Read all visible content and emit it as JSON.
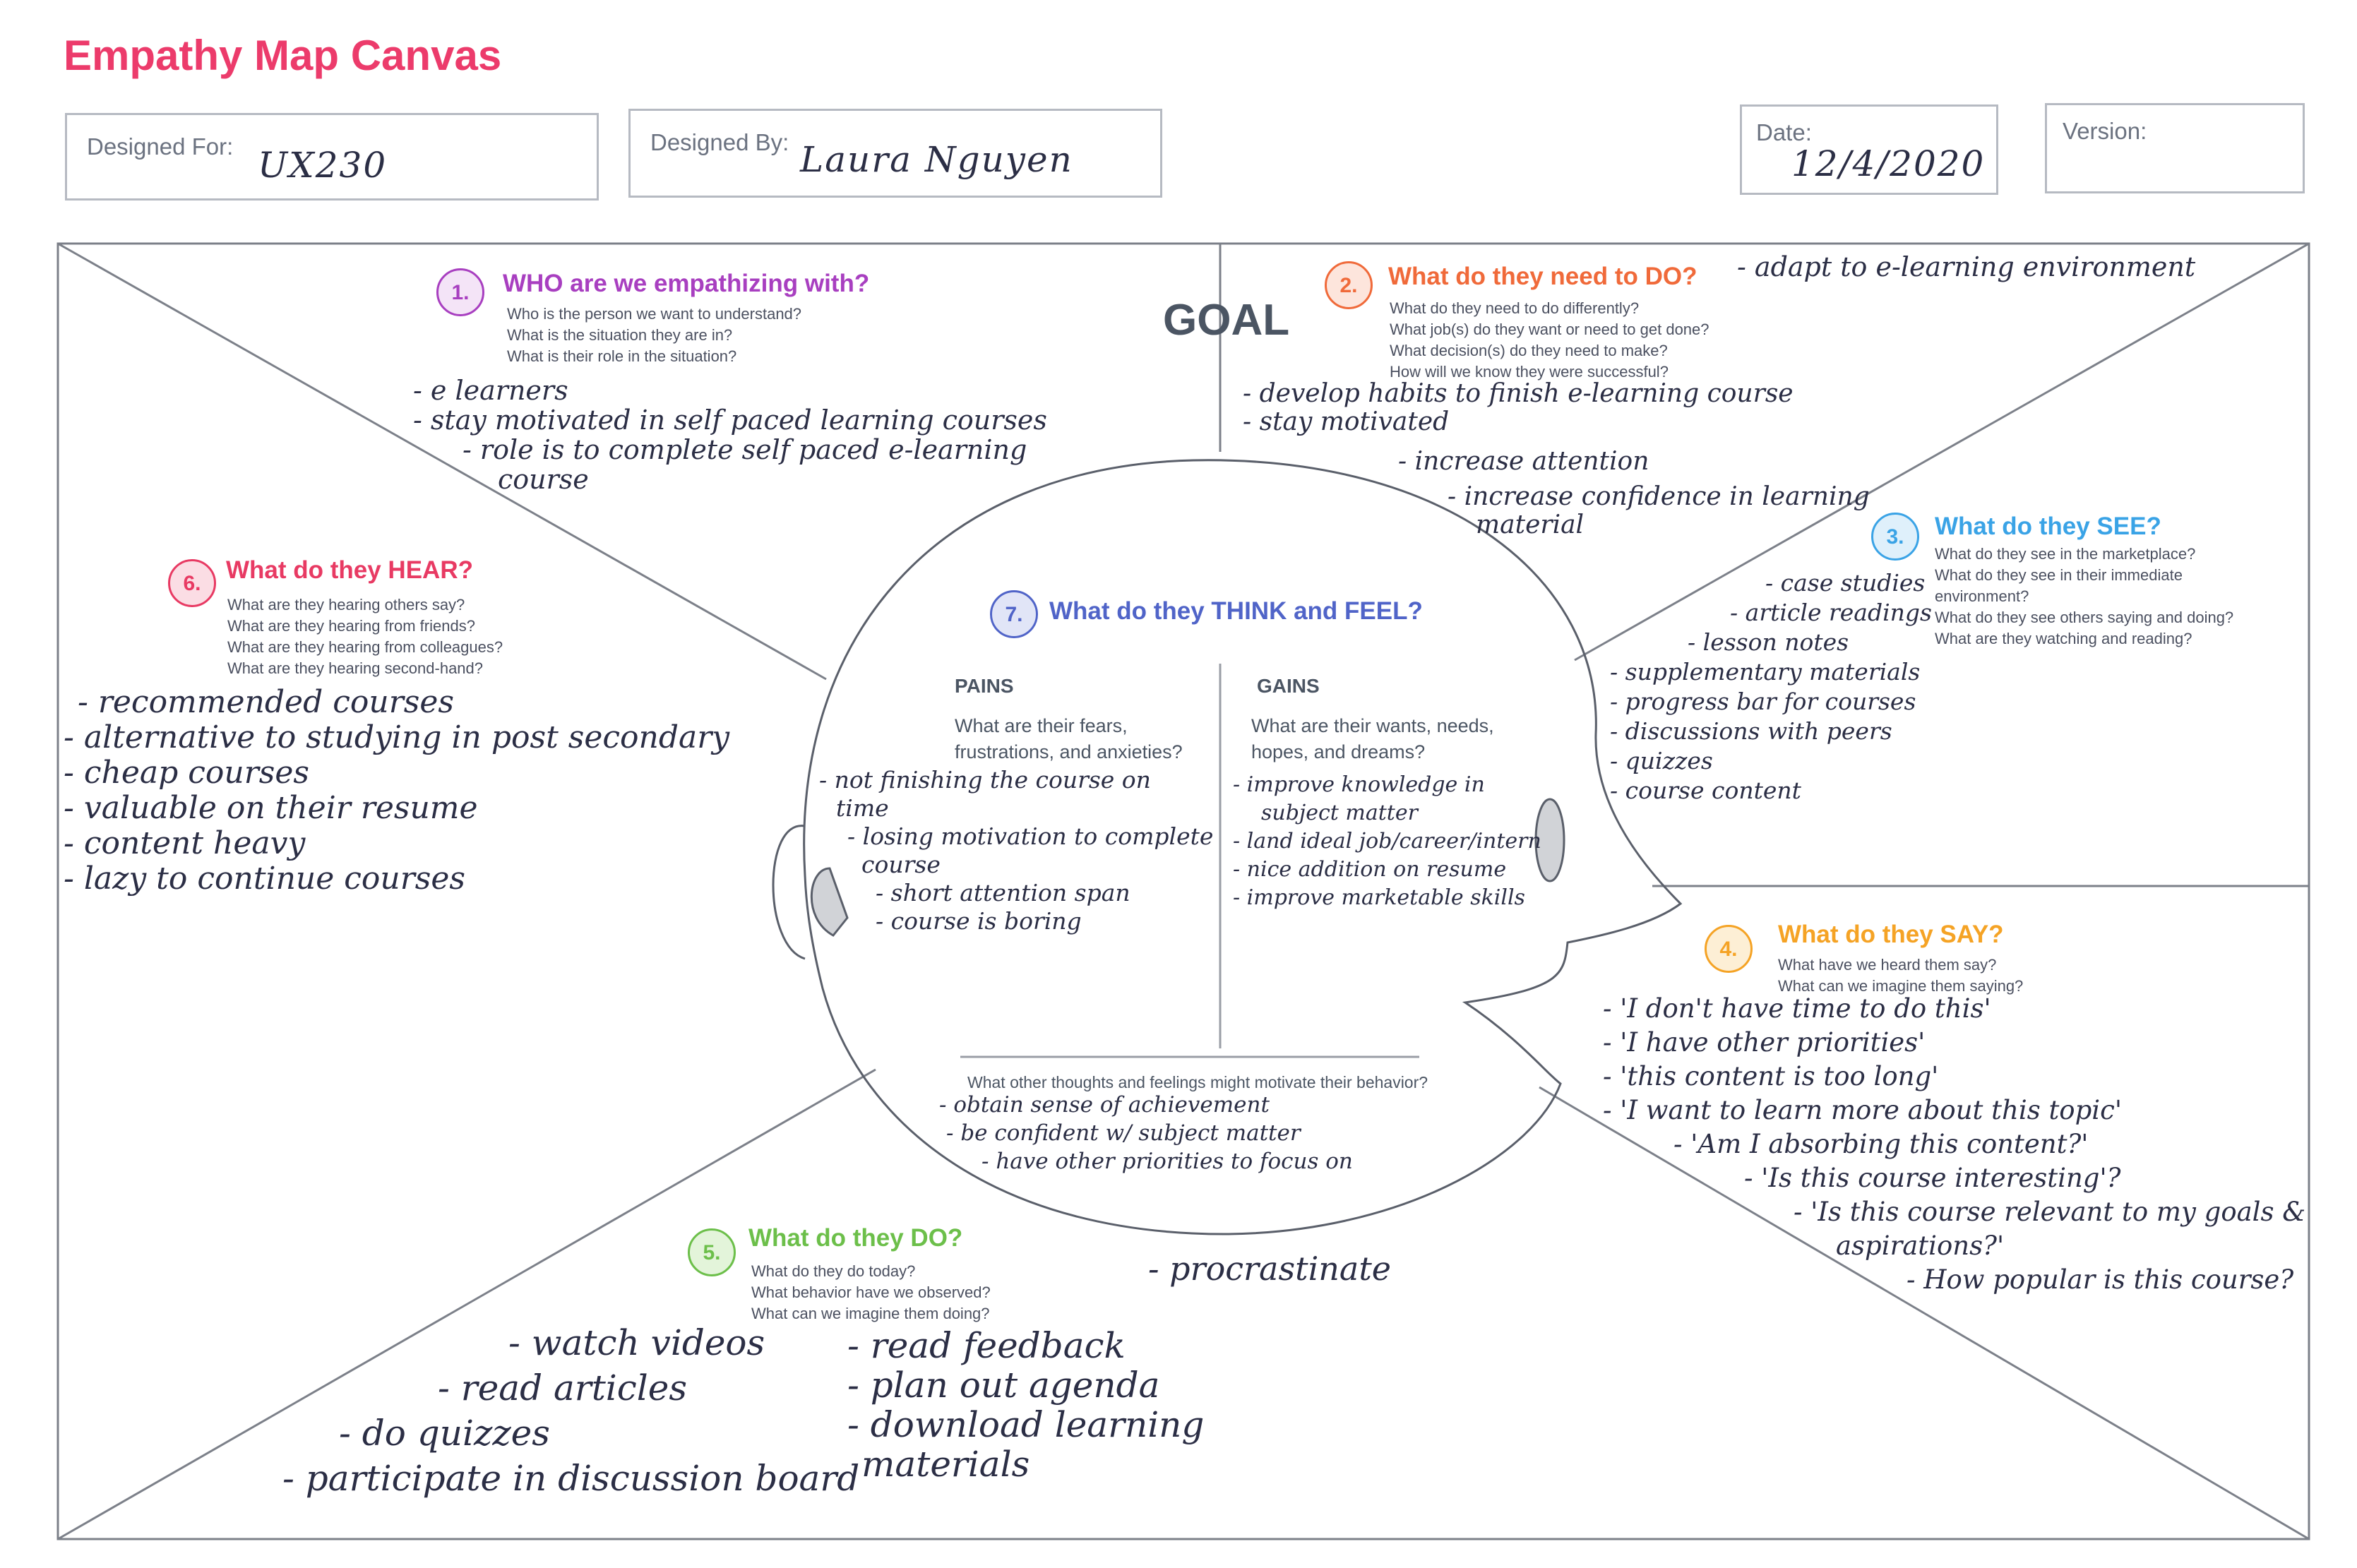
{
  "title": "Empathy Map Canvas",
  "header": {
    "designed_for": {
      "label": "Designed For:",
      "value": "UX230"
    },
    "designed_by": {
      "label": "Designed By:",
      "value": "Laura Nguyen"
    },
    "date": {
      "label": "Date:",
      "value": "12/4/2020"
    },
    "version": {
      "label": "Version:",
      "value": ""
    }
  },
  "goal": "GOAL",
  "sections": {
    "who": {
      "num": "1.",
      "title": "WHO are we empathizing with?",
      "questions": [
        "Who is the person we want to understand?",
        "What is the situation they are in?",
        "What is their role in the situation?"
      ],
      "notes": [
        "- e learners",
        "- stay motivated in self paced learning courses",
        "- role is to complete self paced e-learning",
        "course"
      ]
    },
    "do_need": {
      "num": "2.",
      "title": "What do they need to DO?",
      "questions": [
        "What do they need to do differently?",
        "What job(s) do they want or need to get done?",
        "What decision(s) do they need to make?",
        "How will we know they were successful?"
      ],
      "notes_top": "- adapt to e-learning environment",
      "notes": [
        "- develop habits to finish e-learning course",
        "- stay motivated",
        "- increase attention",
        "- increase confidence in learning",
        "material"
      ]
    },
    "see": {
      "num": "3.",
      "title": "What do they SEE?",
      "questions": [
        "What do they see in the marketplace?",
        "What do they see in their immediate",
        "environment?",
        "What do they see others saying and doing?",
        "What are they watching and reading?"
      ],
      "notes": [
        "- case studies",
        "- article readings",
        "- lesson notes",
        "- supplementary materials",
        "- progress bar for courses",
        "- discussions with peers",
        "- quizzes",
        "- course content"
      ]
    },
    "say": {
      "num": "4.",
      "title": "What do they SAY?",
      "questions": [
        "What have we heard them say?",
        "What can we imagine them saying?"
      ],
      "notes": [
        "- 'I don't have time to do this'",
        "- 'I have other priorities'",
        "- 'this content is too long'",
        "- 'I want to learn more about this topic'",
        "- 'Am I absorbing this content?'",
        "- 'Is this course interesting'?",
        "- 'Is this course relevant to my goals &",
        "aspirations?'",
        "- How popular is this course?"
      ]
    },
    "do": {
      "num": "5.",
      "title": "What do they DO?",
      "questions": [
        "What do they do today?",
        "What behavior have we observed?",
        "What can we imagine them doing?"
      ],
      "notes_left": [
        "- watch videos",
        "- read articles",
        "- do quizzes",
        "- participate in discussion board"
      ],
      "notes_right": [
        "- read feedback",
        "- plan out agenda",
        "- download learning",
        "materials"
      ],
      "notes_extra": "- procrastinate"
    },
    "hear": {
      "num": "6.",
      "title": "What do they HEAR?",
      "questions": [
        "What are they hearing others say?",
        "What are they hearing from friends?",
        "What are they hearing from colleagues?",
        "What are they hearing second-hand?"
      ],
      "notes": [
        "- recommended courses",
        "- alternative to studying in post secondary",
        "- cheap courses",
        "- valuable on their resume",
        "- content heavy",
        "- lazy to continue courses"
      ]
    },
    "think": {
      "num": "7.",
      "title": "What do they THINK and FEEL?",
      "pains_label": "PAINS",
      "pains_question": [
        "What are their fears,",
        "frustrations, and anxieties?"
      ],
      "pains_notes": [
        "- not finishing the course on",
        "time",
        "- losing motivation to complete",
        "course",
        "- short attention span",
        "- course is boring"
      ],
      "gains_label": "GAINS",
      "gains_question": [
        "What are their wants, needs,",
        "hopes, and dreams?"
      ],
      "gains_notes": [
        "- improve knowledge in",
        "subject matter",
        "- land ideal job/career/intern",
        "- nice addition on resume",
        "- improve marketable skills"
      ],
      "other_question": "What other thoughts and feelings might motivate their behavior?",
      "other_notes": [
        "- obtain sense of achievement",
        "- be confident w/ subject matter",
        "- have other priorities to focus on"
      ]
    }
  },
  "colors": {
    "title": "#ec3b6b",
    "who": "#a83fc0",
    "do_need": "#f06a3a",
    "see": "#3aa3e6",
    "say": "#f5a325",
    "do": "#6cbf4a",
    "hear": "#e83a63",
    "think": "#5064c8"
  }
}
